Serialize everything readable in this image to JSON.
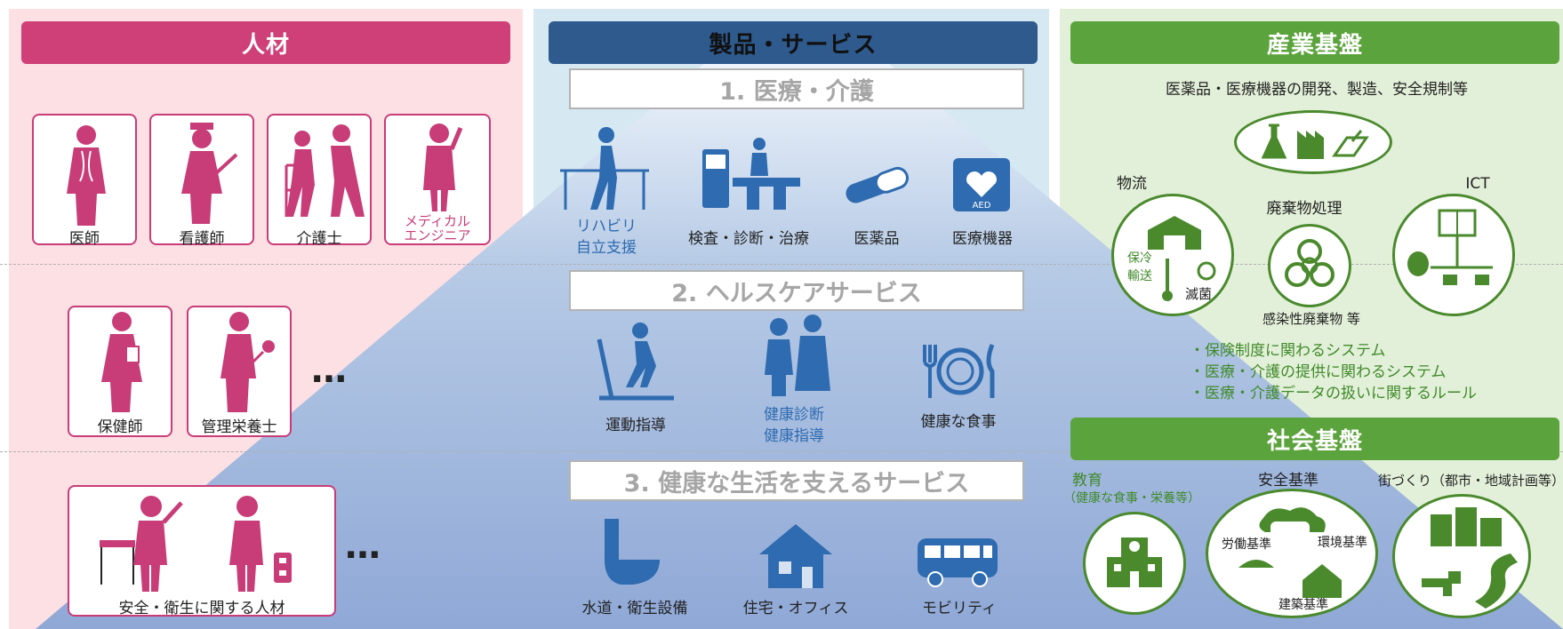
{
  "columns": {
    "talent": {
      "header": "人材",
      "color": "#d0427a"
    },
    "products": {
      "header": "製品・サービス",
      "color": "#2f5a8f"
    },
    "industry": {
      "header": "産業基盤",
      "color": "#5ba33c"
    }
  },
  "talent": {
    "row1": [
      "医師",
      "看護師",
      "介護士"
    ],
    "medical_engineer": [
      "メディカル",
      "エンジニア"
    ],
    "row2": [
      "保健師",
      "管理栄養士"
    ],
    "safety": "安全・衛生に関する人材",
    "ellipsis": "…"
  },
  "sections": {
    "s1": "1. 医療・介護",
    "s2": "2. ヘルスケアサービス",
    "s3": "3. 健康な生活を支えるサービス"
  },
  "items1": {
    "rehab": [
      "リハビリ",
      "自立支援"
    ],
    "exam": "検査・診断・治療",
    "drugs": "医薬品",
    "devices": "医療機器"
  },
  "items2": {
    "exercise": "運動指導",
    "checkup": [
      "健康診断",
      "健康指導"
    ],
    "meal": "健康な食事"
  },
  "items3": {
    "water": "水道・衛生設備",
    "house": "住宅・オフィス",
    "mobility": "モビリティ"
  },
  "industry": {
    "pharma_title": "医薬品・医療機器の開発、製造、安全規制等",
    "logistics": "物流",
    "cold_chain": [
      "保冷",
      "輸送"
    ],
    "sterilize": "滅菌",
    "waste": "廃棄物処理",
    "infectious": "感染性廃棄物 等",
    "ict": "ICT",
    "bullets": [
      "・保険制度に関わるシステム",
      "・医療・介護の提供に関わるシステム",
      "・医療・介護データの扱いに関するルール"
    ],
    "aed": "AED"
  },
  "social": {
    "header": "社会基盤",
    "education": "教育",
    "education_sub": "（健康な食事・栄養等）",
    "safety_std": "安全基準",
    "labor": "労働基準",
    "env": "環境基準",
    "building": "建築基準",
    "town": "街づくり（都市・地域計画等）"
  }
}
